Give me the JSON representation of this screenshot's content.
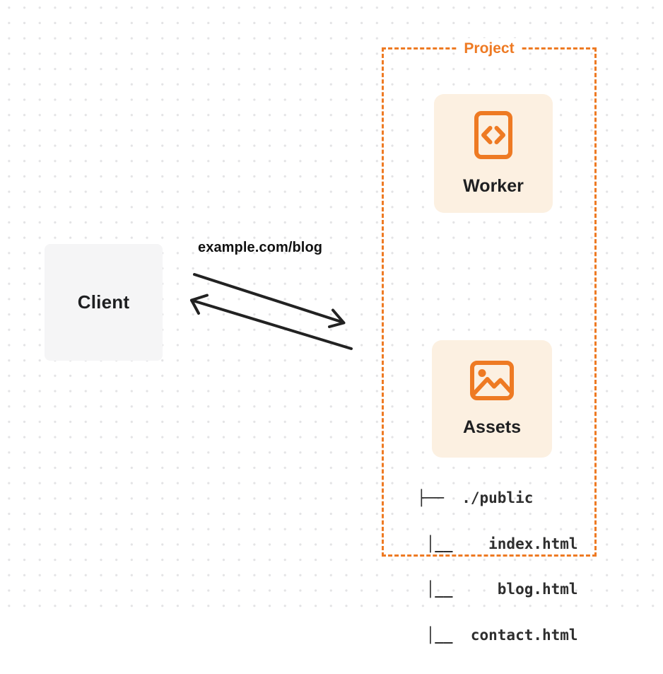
{
  "colors": {
    "accent": "#EE7A23",
    "card_bg": "#FCF0E1",
    "client_bg": "#F5F5F6",
    "ink": "#1E1F21",
    "tree_ink": "#2E2E2E",
    "arrow_ink": "#222222",
    "dot": "#E3E3E5",
    "canvas_bg": "#FFFFFF"
  },
  "client": {
    "label": "Client"
  },
  "request": {
    "url": "example.com/blog"
  },
  "arrows": [
    {
      "name": "request-arrow",
      "from": "client",
      "to": "project"
    },
    {
      "name": "response-arrow",
      "from": "project",
      "to": "client"
    }
  ],
  "project": {
    "label": "Project",
    "worker": {
      "label": "Worker",
      "icon": "code-document-icon"
    },
    "assets": {
      "label": "Assets",
      "icon": "image-icon",
      "file_tree": [
        "├──  ./public",
        " │__    index.html",
        " │__     blog.html",
        " │__  contact.html"
      ]
    }
  }
}
